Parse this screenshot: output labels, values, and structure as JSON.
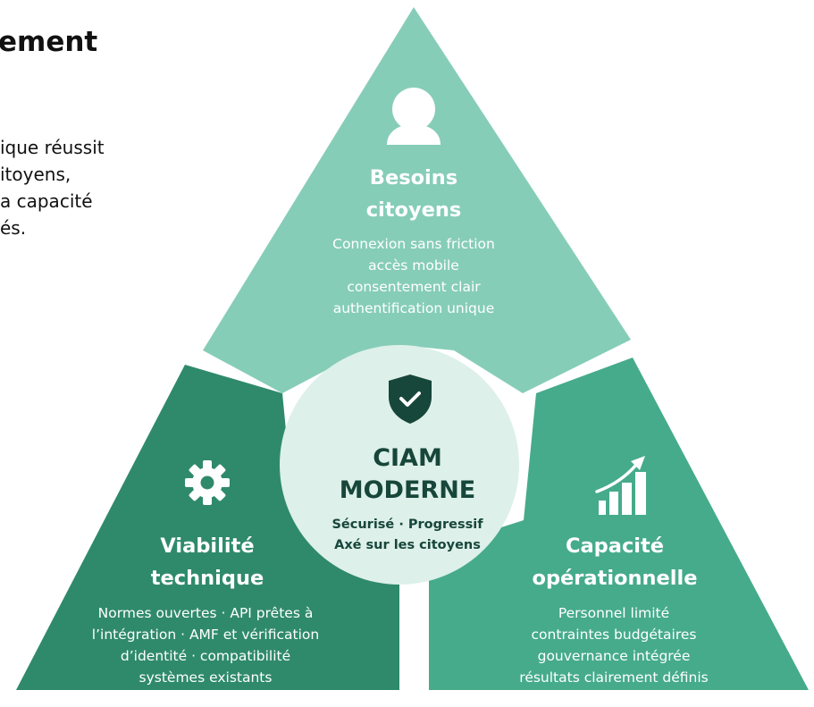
{
  "header": {
    "title_fragment": "ement",
    "intro_lines": [
      "ique réussit",
      "itoyens,",
      "a capacité",
      "és."
    ]
  },
  "colors": {
    "top_segment": "#86cdb8",
    "left_segment": "#2f8a6b",
    "right_segment": "#46ab8b",
    "center_circle": "#ddf0e9",
    "center_text": "#17463a"
  },
  "diagram": {
    "center": {
      "icon": "shield-check-icon",
      "title_lines": [
        "CIAM",
        "MODERNE"
      ],
      "subtitle_lines": [
        "Sécurisé · Progressif",
        "Axé sur les citoyens"
      ]
    },
    "top": {
      "icon": "user-icon",
      "title_lines": [
        "Besoins",
        "citoyens"
      ],
      "body_lines": [
        "Connexion sans friction",
        "accès mobile",
        "consentement clair",
        "authentification unique"
      ]
    },
    "left": {
      "icon": "gear-icon",
      "title_lines": [
        "Viabilité",
        "technique"
      ],
      "body_lines": [
        "Normes ouvertes · API prêtes à",
        "l’intégration · AMF et vérification",
        "d’identité · compatibilité",
        "systèmes existants"
      ]
    },
    "right": {
      "icon": "growth-chart-icon",
      "title_lines": [
        "Capacité",
        "opérationnelle"
      ],
      "body_lines": [
        "Personnel limité",
        "contraintes budgétaires",
        "gouvernance intégrée",
        "résultats clairement définis"
      ]
    }
  }
}
